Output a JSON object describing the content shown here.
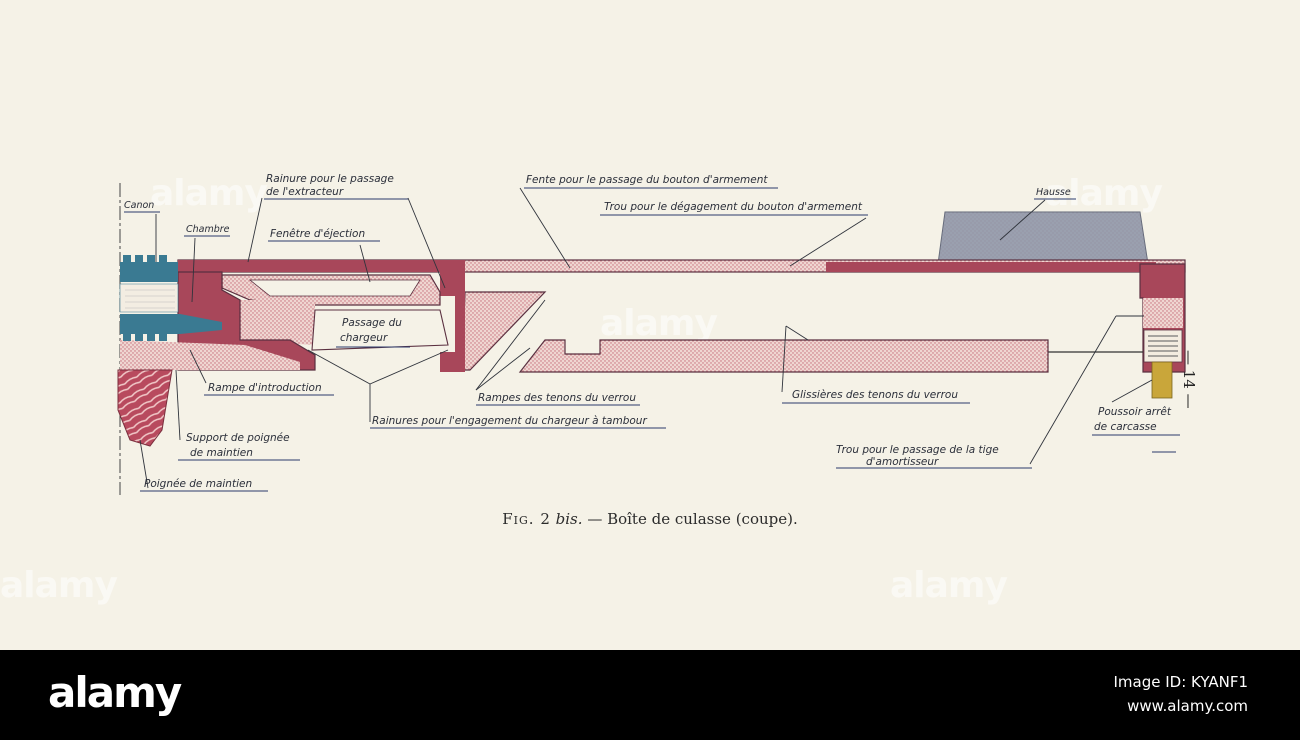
{
  "labels": {
    "canon": "Canon",
    "chambre": "Chambre",
    "rainure_extracteur_1": "Rainure pour le passage",
    "rainure_extracteur_2": "de l'extracteur",
    "fenetre_ejection": "Fenêtre d'éjection",
    "fente_bouton": "Fente pour le passage du bouton d'armement",
    "trou_degagement": "Trou pour le dégagement du bouton d'armement",
    "hausse": "Hausse",
    "passage_chargeur_1": "Passage du",
    "passage_chargeur_2": "chargeur",
    "rampe_introduction": "Rampe d'introduction",
    "rampes_tenons": "Rampes des tenons du verrou",
    "rainures_engagement": "Rainures pour l'engagement du chargeur à tambour",
    "glissieres_tenons": "Glissières des tenons du verrou",
    "poussoir_1": "Poussoir arrêt",
    "poussoir_2": "de carcasse",
    "support_poignee_1": "Support de poignée",
    "support_poignee_2": "de maintien",
    "poignee_maintien": "Poignée de maintien",
    "trou_tige_1": "Trou pour le passage de la tige",
    "trou_tige_2": "d'amortisseur"
  },
  "caption": {
    "fig": "Fig. 2",
    "bis": "bis.",
    "text": "— Boîte de culasse (coupe)."
  },
  "page_number": "— 14 —",
  "watermark": "alamy",
  "footer": {
    "logo": "alamy",
    "image_id": "Image ID: KYANF1",
    "url": "www.alamy.com"
  },
  "colors": {
    "paper": "#f5f2e7",
    "section_red": "#a8475a",
    "section_pink": "#e7c4c0",
    "blue_steel": "#3a7a92",
    "hausse_grey": "#8c97a8",
    "brass": "#c9a63a"
  }
}
